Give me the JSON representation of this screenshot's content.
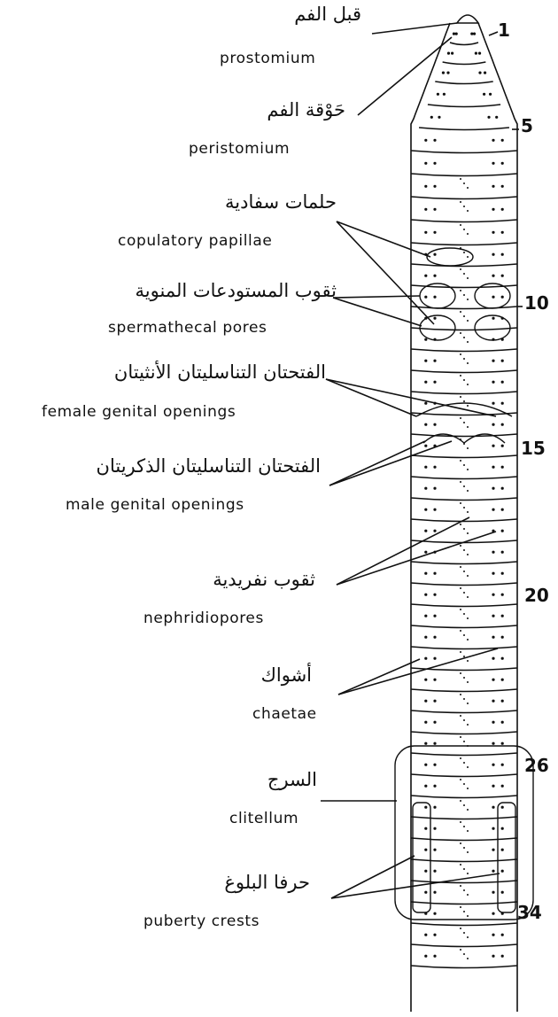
{
  "labels": [
    {
      "id": "prostomium",
      "ar": "قبل الفم",
      "en": "prostomium"
    },
    {
      "id": "peristomium",
      "ar": "حَوْقة الفم",
      "en": "peristomium"
    },
    {
      "id": "copulatory-papillae",
      "ar": "حلمات سفادية",
      "en": "copulatory papillae"
    },
    {
      "id": "spermathecal-pores",
      "ar": "ثقوب المستودعات المنوية",
      "en": "spermathecal pores"
    },
    {
      "id": "female-genital-openings",
      "ar": "الفتحتان التناسليتان الأنثيتان",
      "en": "female genital openings"
    },
    {
      "id": "male-genital-openings",
      "ar": "الفتحتان التناسليتان الذكريتان",
      "en": "male genital openings"
    },
    {
      "id": "nephridiopores",
      "ar": "ثقوب نفريدية",
      "en": "nephridiopores"
    },
    {
      "id": "chaetae",
      "ar": "أشواك",
      "en": "chaetae"
    },
    {
      "id": "clitellum",
      "ar": "السرج",
      "en": "clitellum"
    },
    {
      "id": "puberty-crests",
      "ar": "حرفا البلوغ",
      "en": "puberty crests"
    }
  ],
  "segment_numbers": [
    "1",
    "5",
    "10",
    "15",
    "20",
    "26",
    "34"
  ],
  "colors": {
    "ink": "#111111",
    "background": "#ffffff"
  }
}
